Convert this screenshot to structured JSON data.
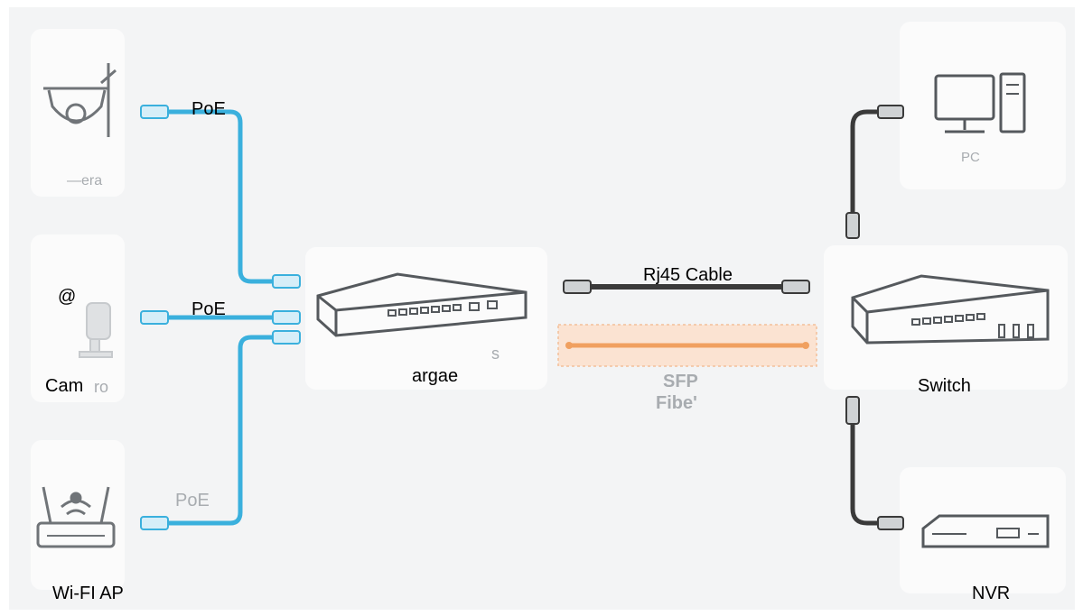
{
  "labels": {
    "poe_1": "PoE",
    "poe_2": "PoE",
    "poe_3": "PoE",
    "at_sign": "@",
    "cam": "Cam",
    "wifi_ap": "Wi-FI AP",
    "argae": "argae",
    "rj45_cable": "Rj45 Cable",
    "switch": "Switch",
    "nvr": "NVR"
  },
  "faded_labels": {
    "camera_top": "—era",
    "camera_mid": "ro",
    "argae_suffix": "s",
    "sfp": "SFP",
    "fiber": "Fibe'",
    "pc": "PC"
  },
  "colors": {
    "poe_cable": "#3ab0dd",
    "rj45_cable": "#3a3a3a",
    "fiber_cable": "#f0a060",
    "fiber_bg": "#fbe3d2"
  }
}
